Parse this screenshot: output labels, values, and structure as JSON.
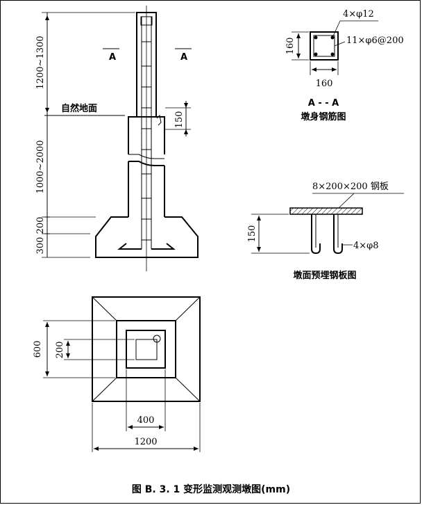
{
  "elevation": {
    "dim_top": "1200~1300",
    "dim_mid": "1000~2000",
    "dim_base1": "200",
    "dim_base2": "300",
    "ground_label": "自然地面",
    "section_mark_left": "A",
    "section_mark_right": "A",
    "dim_plate": "150"
  },
  "section": {
    "side_dim": "160",
    "bottom_dim": "160",
    "rebar_main": "4×φ12",
    "rebar_stirrup": "11×φ6@200",
    "mark": "A - - A",
    "title": "墩身钢筋图"
  },
  "plate": {
    "plate_label": "8×200×200 钢板",
    "height_dim": "150",
    "anchor_label": "4×φ8",
    "title": "墩面预埋钢板图"
  },
  "plan": {
    "dim_600": "600",
    "dim_200": "200",
    "dim_400": "400",
    "dim_1200": "1200"
  },
  "caption": "图 B. 3. 1    变形监测观测墩图(mm)"
}
